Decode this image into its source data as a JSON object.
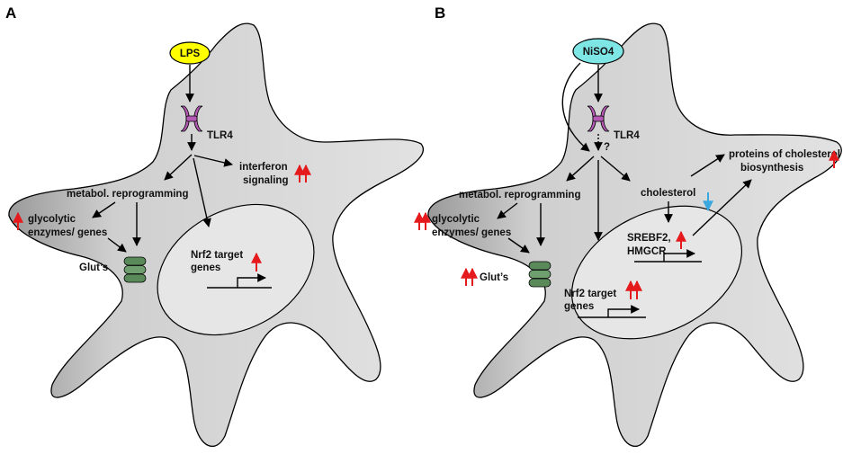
{
  "panel_a": {
    "letter": "A",
    "stimulus": "LPS",
    "receptor": "TLR4",
    "interferon": "interferon",
    "signaling": "signaling",
    "metabol": "metabol. reprogramming",
    "glycolytic": "glycolytic",
    "enzymes": "enzymes/ genes",
    "glut": "Glut’s",
    "nrf2_line1": "Nrf2 target",
    "nrf2_line2": "genes"
  },
  "panel_b": {
    "letter": "B",
    "stimulus": "NiSO4",
    "receptor": "TLR4",
    "question": "?",
    "metabol": "metabol. reprogramming",
    "glycolytic": "glycolytic",
    "enzymes": "enzymes/ genes",
    "glut": "Glut’s",
    "cholesterol": "cholesterol",
    "srebf2": "SREBF2,",
    "hmgcr": "HMGCR",
    "proteins_line1": "proteins of cholesterol",
    "proteins_line2": "biosynthesis",
    "nrf2_line1": "Nrf2 target",
    "nrf2_line2": "genes"
  },
  "colors": {
    "cell_fill": "#d3d3d3",
    "nucleus_fill": "#e6e6e6",
    "lps_fill": "#ffff00",
    "niso4_fill": "#7fe6e6",
    "receptor_fill": "#b45ab4",
    "glut_fill": "#5a8a5a",
    "up_arrow": "#e41a1c",
    "down_arrow": "#3aa8e0"
  }
}
